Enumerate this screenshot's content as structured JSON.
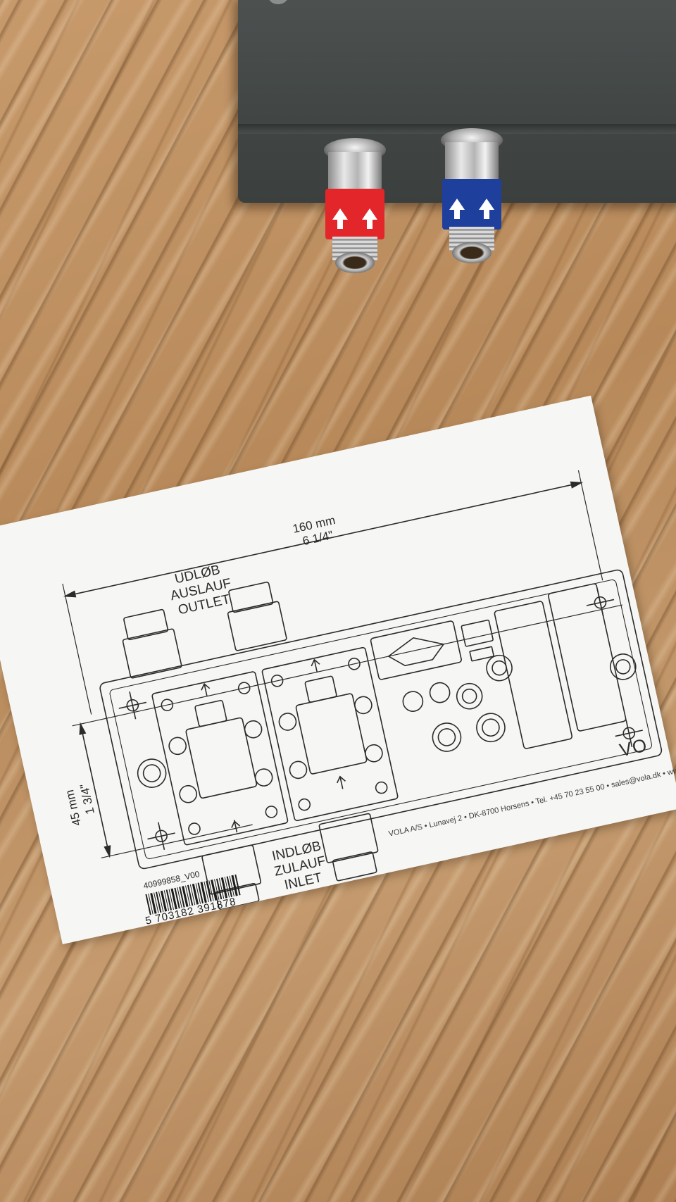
{
  "card": {
    "dim_width_mm": "160 mm",
    "dim_width_in": "6 1/4\"",
    "dim_height_mm": "45 mm",
    "dim_height_in": "1 3/4\"",
    "outlet_label_1": "UDLØB",
    "outlet_label_2": "AUSLAUF",
    "outlet_label_3": "OUTLET",
    "inlet_label_1": "INDLØB",
    "inlet_label_2": "ZULAUF",
    "inlet_label_3": "INLET",
    "brand": "VO",
    "company_address": "VOLA A/S • Lunavej 2 • DK-8700 Horsens • Tel. +45 70 23 55 00 • sales@vola.dk • ww",
    "product_code": "40999858_V00",
    "barcode_number": "5 703182 391878"
  },
  "fittings": {
    "hot": {
      "label_color": "#e3262a"
    },
    "cold": {
      "label_color": "#1f3f9c"
    }
  },
  "colors": {
    "housing": "#454a49",
    "paper": "#f6f6f4",
    "ink": "#2b2b2b",
    "wood": "#b98e62"
  }
}
